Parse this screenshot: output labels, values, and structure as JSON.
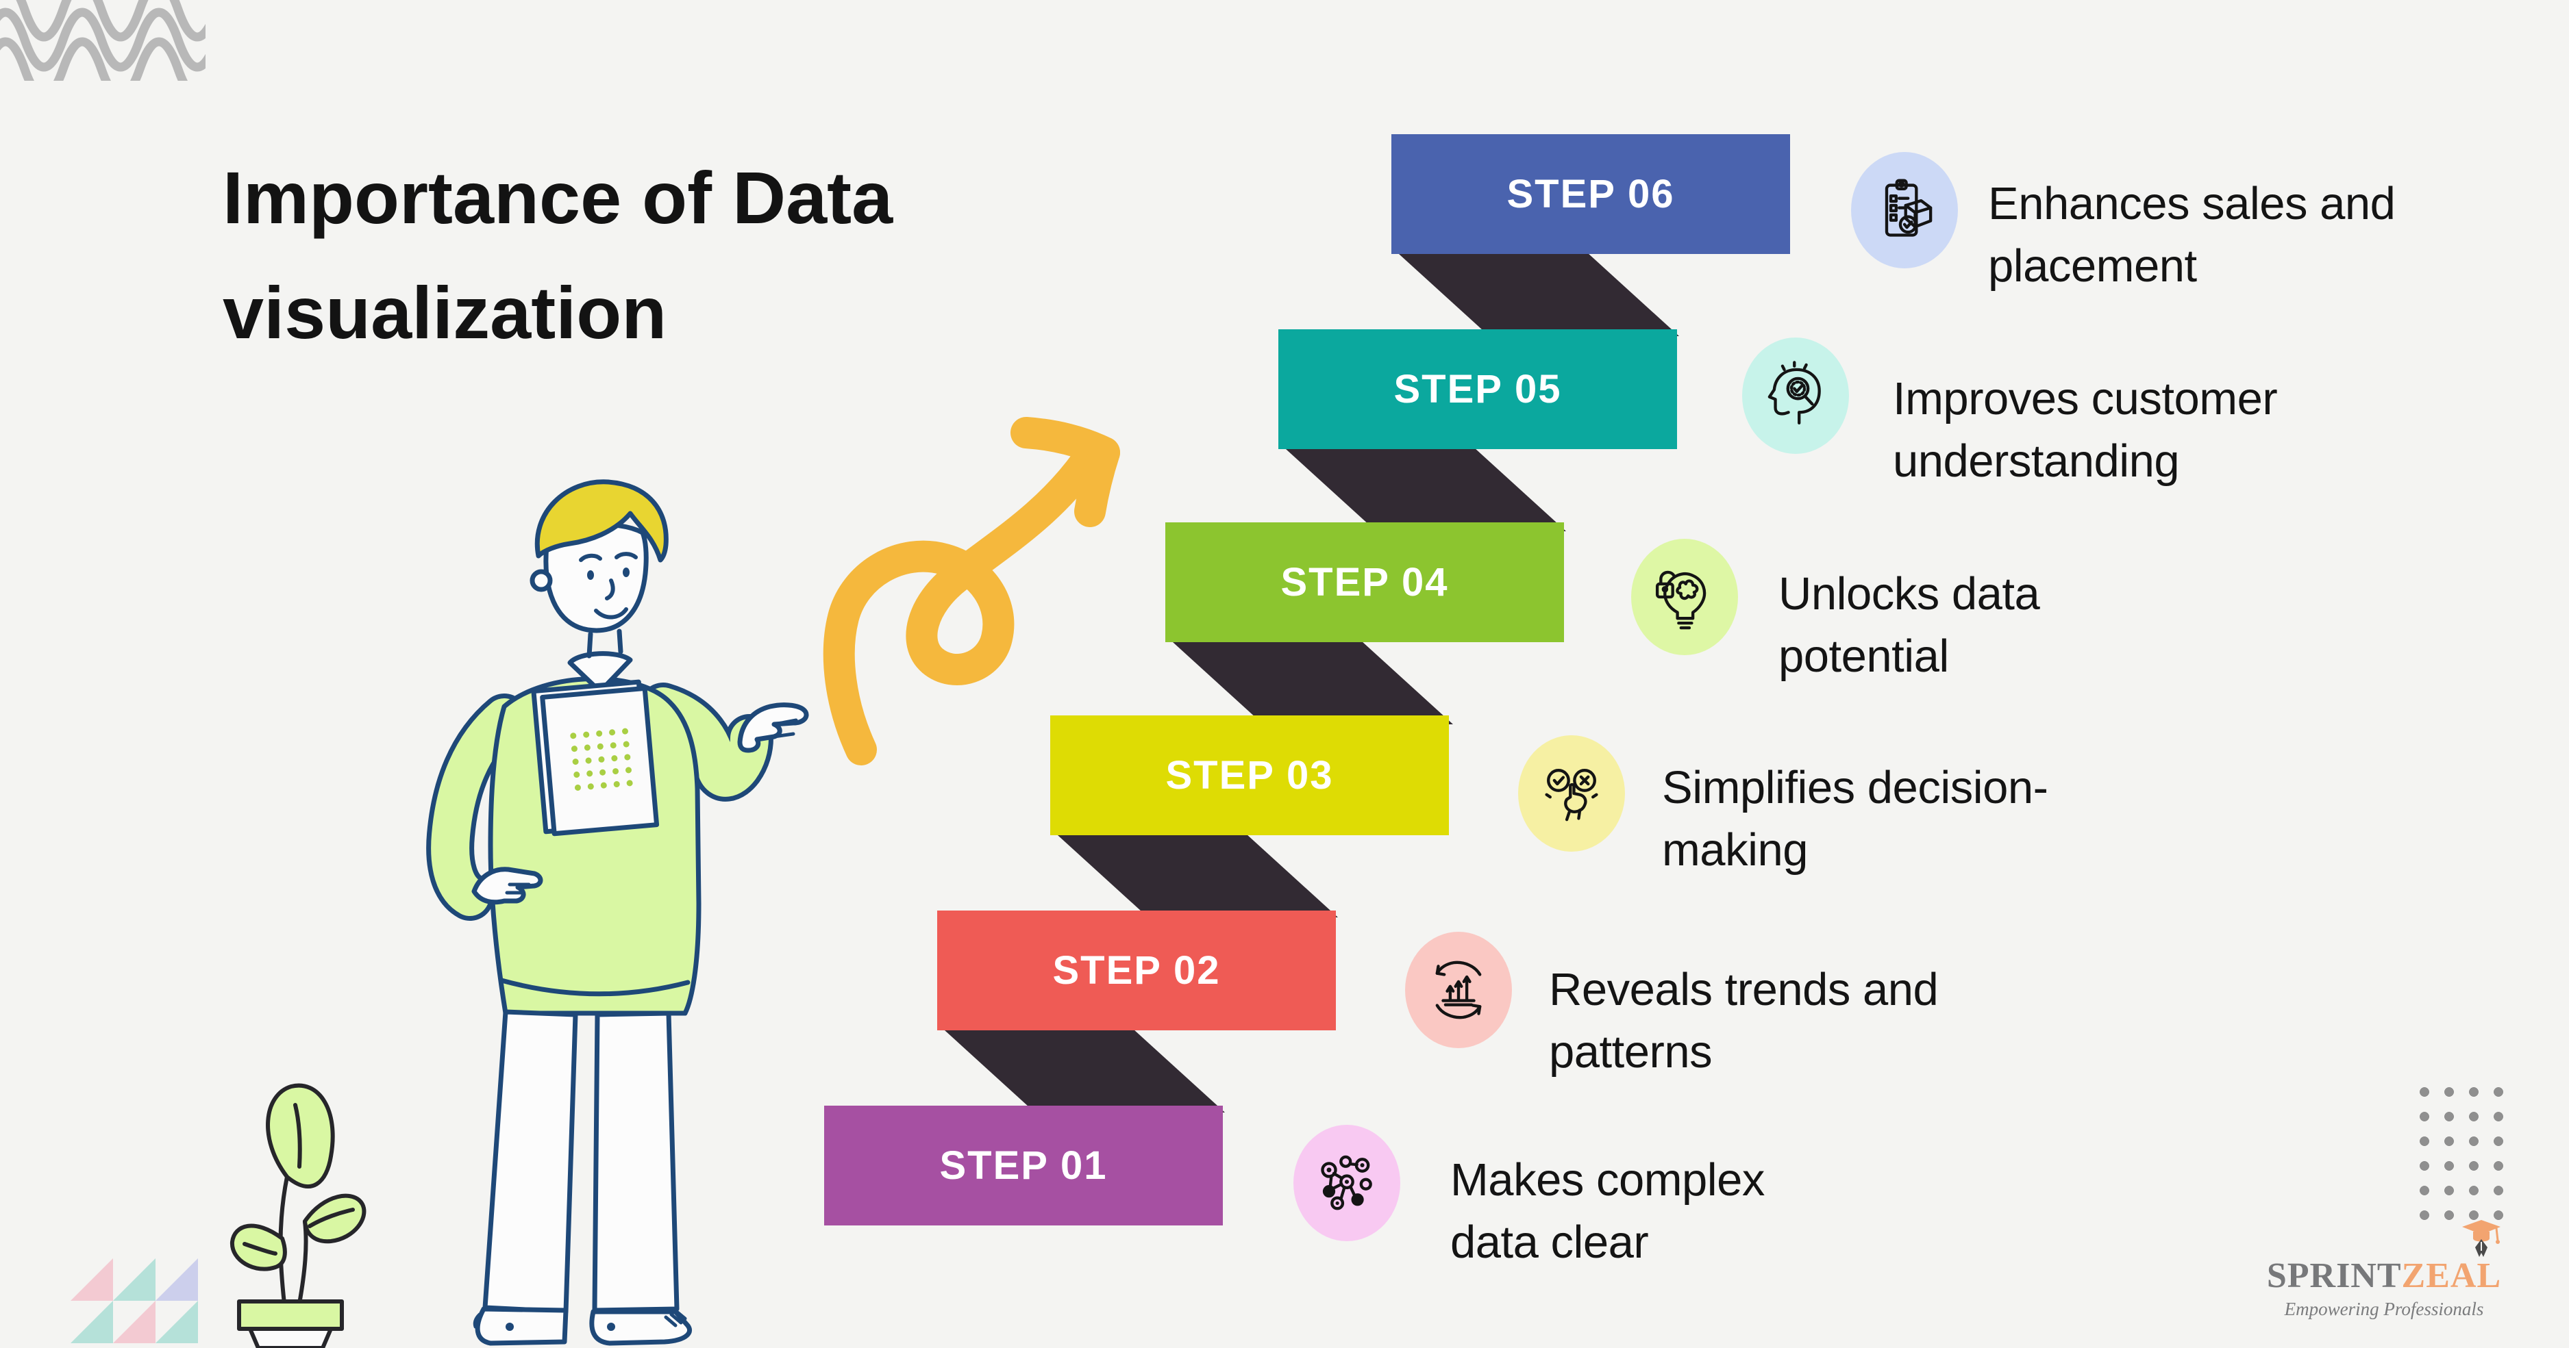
{
  "title": {
    "lines": [
      "Importance of Data",
      "visualization"
    ]
  },
  "steps": [
    {
      "number": "01",
      "label": "STEP 01",
      "bar_color": "#a650a2",
      "icon": "network-data-icon",
      "icon_bg": "#f8c9f2",
      "desc": [
        "Makes complex",
        "data clear"
      ]
    },
    {
      "number": "02",
      "label": "STEP 02",
      "bar_color": "#ef5b55",
      "icon": "trend-cycle-icon",
      "icon_bg": "#fac8c3",
      "desc": [
        "Reveals trends and",
        "patterns"
      ]
    },
    {
      "number": "03",
      "label": "STEP 03",
      "bar_color": "#dedc04",
      "icon": "decision-check-icon",
      "icon_bg": "#f6f0a3",
      "desc": [
        "Simplifies decision-",
        "making"
      ]
    },
    {
      "number": "04",
      "label": "STEP 04",
      "bar_color": "#8cc52f",
      "icon": "unlock-idea-icon",
      "icon_bg": "#def7a5",
      "desc": [
        "Unlocks data",
        "potential"
      ]
    },
    {
      "number": "05",
      "label": "STEP 05",
      "bar_color": "#0ba89e",
      "icon": "customer-insight-icon",
      "icon_bg": "#c7f3ea",
      "desc": [
        "Improves customer",
        "understanding"
      ]
    },
    {
      "number": "06",
      "label": "STEP 06",
      "bar_color": "#4a63ae",
      "icon": "sales-checklist-icon",
      "icon_bg": "#ccd9f6",
      "desc": [
        "Enhances sales and",
        "placement"
      ]
    }
  ],
  "logo": {
    "brand_gray": "SPRINT",
    "brand_orange": "ZEAL",
    "tagline": "Empowering Professionals"
  },
  "decor": {
    "background": "#f4f4f2",
    "ribbon_color": "#322a33",
    "arrow_color": "#f5b83d",
    "wave_color": "#b8b8b8",
    "dot_color": "#8f8f8f",
    "outline_color": "#1e4878",
    "shirt_color": "#d9f7a3",
    "hair_color": "#e8d531"
  }
}
